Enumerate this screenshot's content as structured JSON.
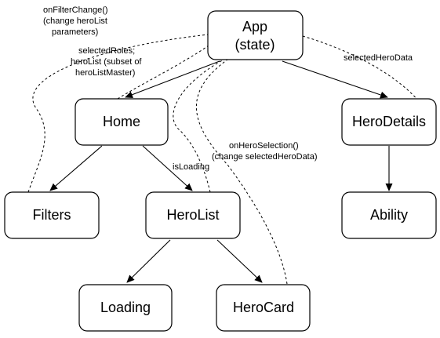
{
  "nodes": {
    "app": {
      "line1": "App",
      "line2": "(state)"
    },
    "home": {
      "label": "Home"
    },
    "hero_details": {
      "label": "HeroDetails"
    },
    "filters": {
      "label": "Filters"
    },
    "hero_list": {
      "label": "HeroList"
    },
    "ability": {
      "label": "Ability"
    },
    "loading": {
      "label": "Loading"
    },
    "hero_card": {
      "label": "HeroCard"
    }
  },
  "annotations": {
    "on_filter_change": [
      "onFilterChange()",
      "(change heroList",
      "parameters)"
    ],
    "selected_roles": [
      "selectedRoles;",
      "heroList (subset of",
      "heroListMaster)"
    ],
    "selected_hero_data": [
      "selectedHeroData"
    ],
    "on_hero_selection": [
      "onHeroSelection()",
      "(change selectedHeroData)"
    ],
    "is_loading": [
      "isLoading"
    ]
  }
}
